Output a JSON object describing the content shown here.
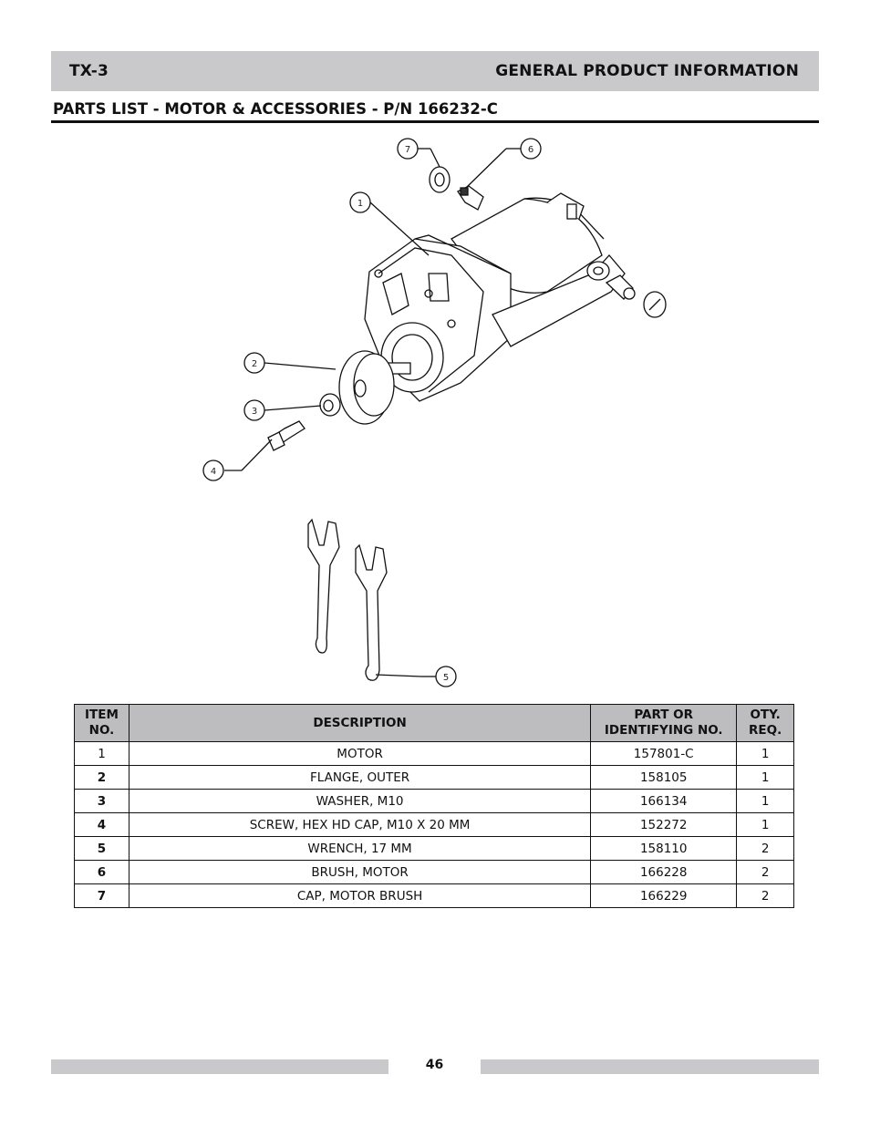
{
  "header": {
    "model": "TX-3",
    "section": "GENERAL PRODUCT INFORMATION"
  },
  "title": "PARTS LIST - MOTOR & ACCESSORIES - P/N 166232-C",
  "drawing": {
    "callouts": [
      "1",
      "2",
      "3",
      "4",
      "5",
      "6",
      "7"
    ]
  },
  "table": {
    "headers": {
      "item_no": "ITEM NO.",
      "description": "DESCRIPTION",
      "part_no": "PART OR IDENTIFYING NO.",
      "qty": "OTY. REQ."
    },
    "rows": [
      {
        "item": "1",
        "description": "MOTOR",
        "part": "157801-C",
        "qty": "1"
      },
      {
        "item": "2",
        "description": "FLANGE, OUTER",
        "part": "158105",
        "qty": "1"
      },
      {
        "item": "3",
        "description": "WASHER, M10",
        "part": "166134",
        "qty": "1"
      },
      {
        "item": "4",
        "description": "SCREW, HEX HD CAP, M10 X 20 MM",
        "part": "152272",
        "qty": "1"
      },
      {
        "item": "5",
        "description": "WRENCH, 17 MM",
        "part": "158110",
        "qty": "2"
      },
      {
        "item": "6",
        "description": "BRUSH, MOTOR",
        "part": "166228",
        "qty": "2"
      },
      {
        "item": "7",
        "description": "CAP, MOTOR BRUSH",
        "part": "166229",
        "qty": "2"
      }
    ]
  },
  "footer": {
    "page_number": "46"
  }
}
